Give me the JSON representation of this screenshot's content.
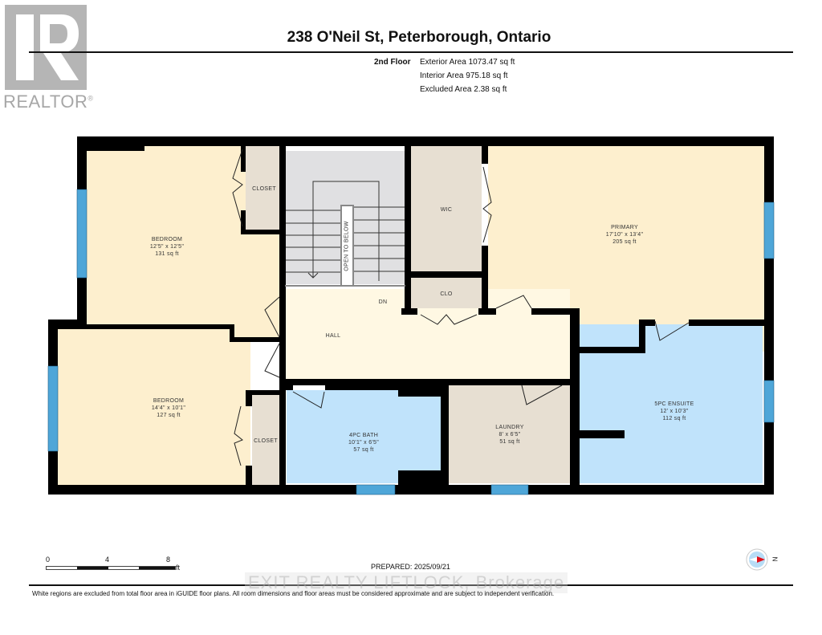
{
  "logo": {
    "brand_text": "REALTOR",
    "registered_mark": "®"
  },
  "header": {
    "title": "238 O'Neil St, Peterborough, Ontario",
    "floor_label": "2nd Floor",
    "areas": [
      "Exterior Area 1073.47 sq ft",
      "Interior Area 975.18 sq ft",
      "Excluded Area 2.38 sq ft"
    ]
  },
  "colors": {
    "bedroom_fill": "#fdefce",
    "hall_fill": "#fff8e3",
    "bath_fill": "#c0e3fb",
    "utility_fill": "#e7dfd2",
    "stair_fill": "#e0e0e2",
    "wall": "#000000",
    "window": "#4ea6d8",
    "door_swing": "#d6d6d6"
  },
  "rooms": {
    "bedroom1": {
      "name": "BEDROOM",
      "dims": "12'5\" x 12'5\"",
      "area": "131 sq ft"
    },
    "bedroom2": {
      "name": "BEDROOM",
      "dims": "14'4\" x 10'1\"",
      "area": "127 sq ft"
    },
    "closet1": {
      "name": "CLOSET"
    },
    "closet2": {
      "name": "CLOSET"
    },
    "stairs": {
      "label": "OPEN TO BELOW",
      "direction": "DN"
    },
    "wic": {
      "name": "WIC"
    },
    "clo": {
      "name": "CLO"
    },
    "hall": {
      "name": "HALL"
    },
    "primary": {
      "name": "PRIMARY",
      "dims": "17'10\" x 13'4\"",
      "area": "205 sq ft"
    },
    "bath4pc": {
      "name": "4PC BATH",
      "dims": "10'1\" x 6'5\"",
      "area": "57 sq ft"
    },
    "laundry": {
      "name": "LAUNDRY",
      "dims": "8' x 6'5\"",
      "area": "51 sq ft"
    },
    "ensuite5pc": {
      "name": "5PC ENSUITE",
      "dims": "12' x 10'3\"",
      "area": "112 sq ft"
    }
  },
  "scale_bar": {
    "ticks": [
      "0",
      "4",
      "8"
    ],
    "unit": "ft"
  },
  "compass": {
    "icon": "compass-icon",
    "north_label": "N"
  },
  "footer": {
    "prepared": "PREPARED: 2025/09/21",
    "watermark": "EXIT REALTY LIFTLOCK, Brokerage",
    "disclaimer": "White regions are excluded from total floor area in iGUIDE floor plans. All room dimensions and floor areas must be considered approximate and are subject to independent verification."
  }
}
